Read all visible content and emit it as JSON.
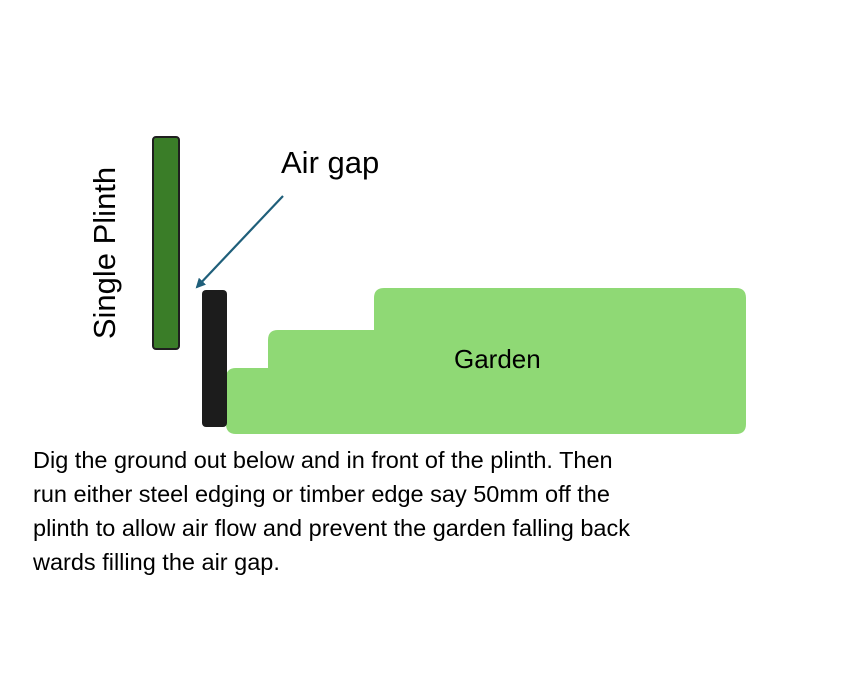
{
  "diagram": {
    "plinth_label": "Single Plinth",
    "air_gap_label": "Air gap",
    "garden_label": "Garden",
    "caption_lines": [
      "Dig the ground out below and in front of the plinth. Then",
      "run either steel edging or timber edge say 50mm off the",
      "plinth to allow air flow and prevent the garden falling back",
      "wards filling the air gap."
    ]
  },
  "colors": {
    "plinth": "#3a7d28",
    "edging": "#1c1c1c",
    "garden": "#8fd975",
    "arrow": "#1f5f7a"
  }
}
